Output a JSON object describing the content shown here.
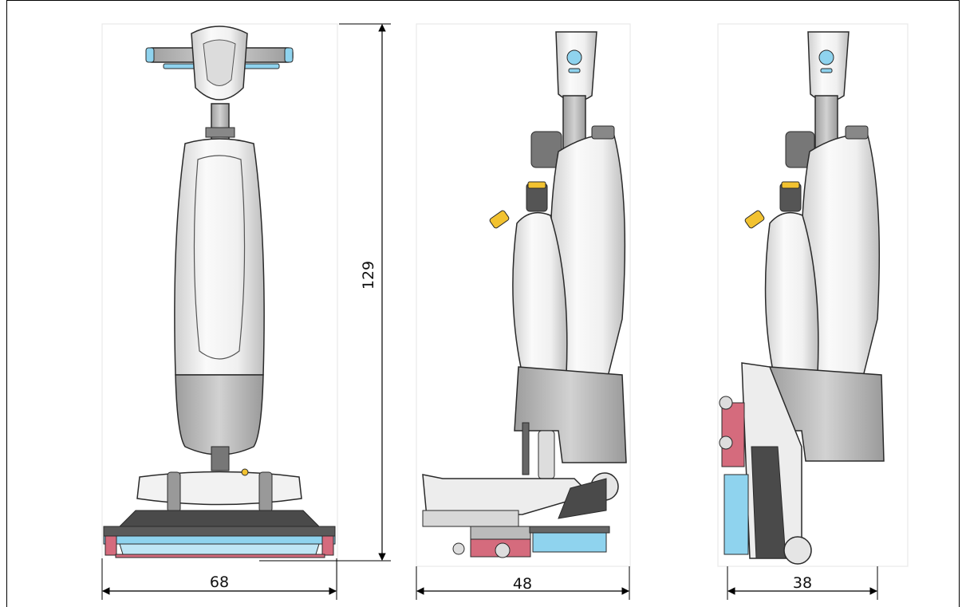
{
  "dimensions": {
    "height": "129",
    "front_width": "68",
    "side_width": "48",
    "folded_width": "38"
  },
  "colors": {
    "body_white": "#f4f4f4",
    "body_grey": "#b9b9b9",
    "dark_grey": "#5a5a5a",
    "brush_blue": "#8fd3ee",
    "accent_red": "#d56b7d",
    "accent_yellow": "#f2c230",
    "outline": "#2a2a2a"
  }
}
